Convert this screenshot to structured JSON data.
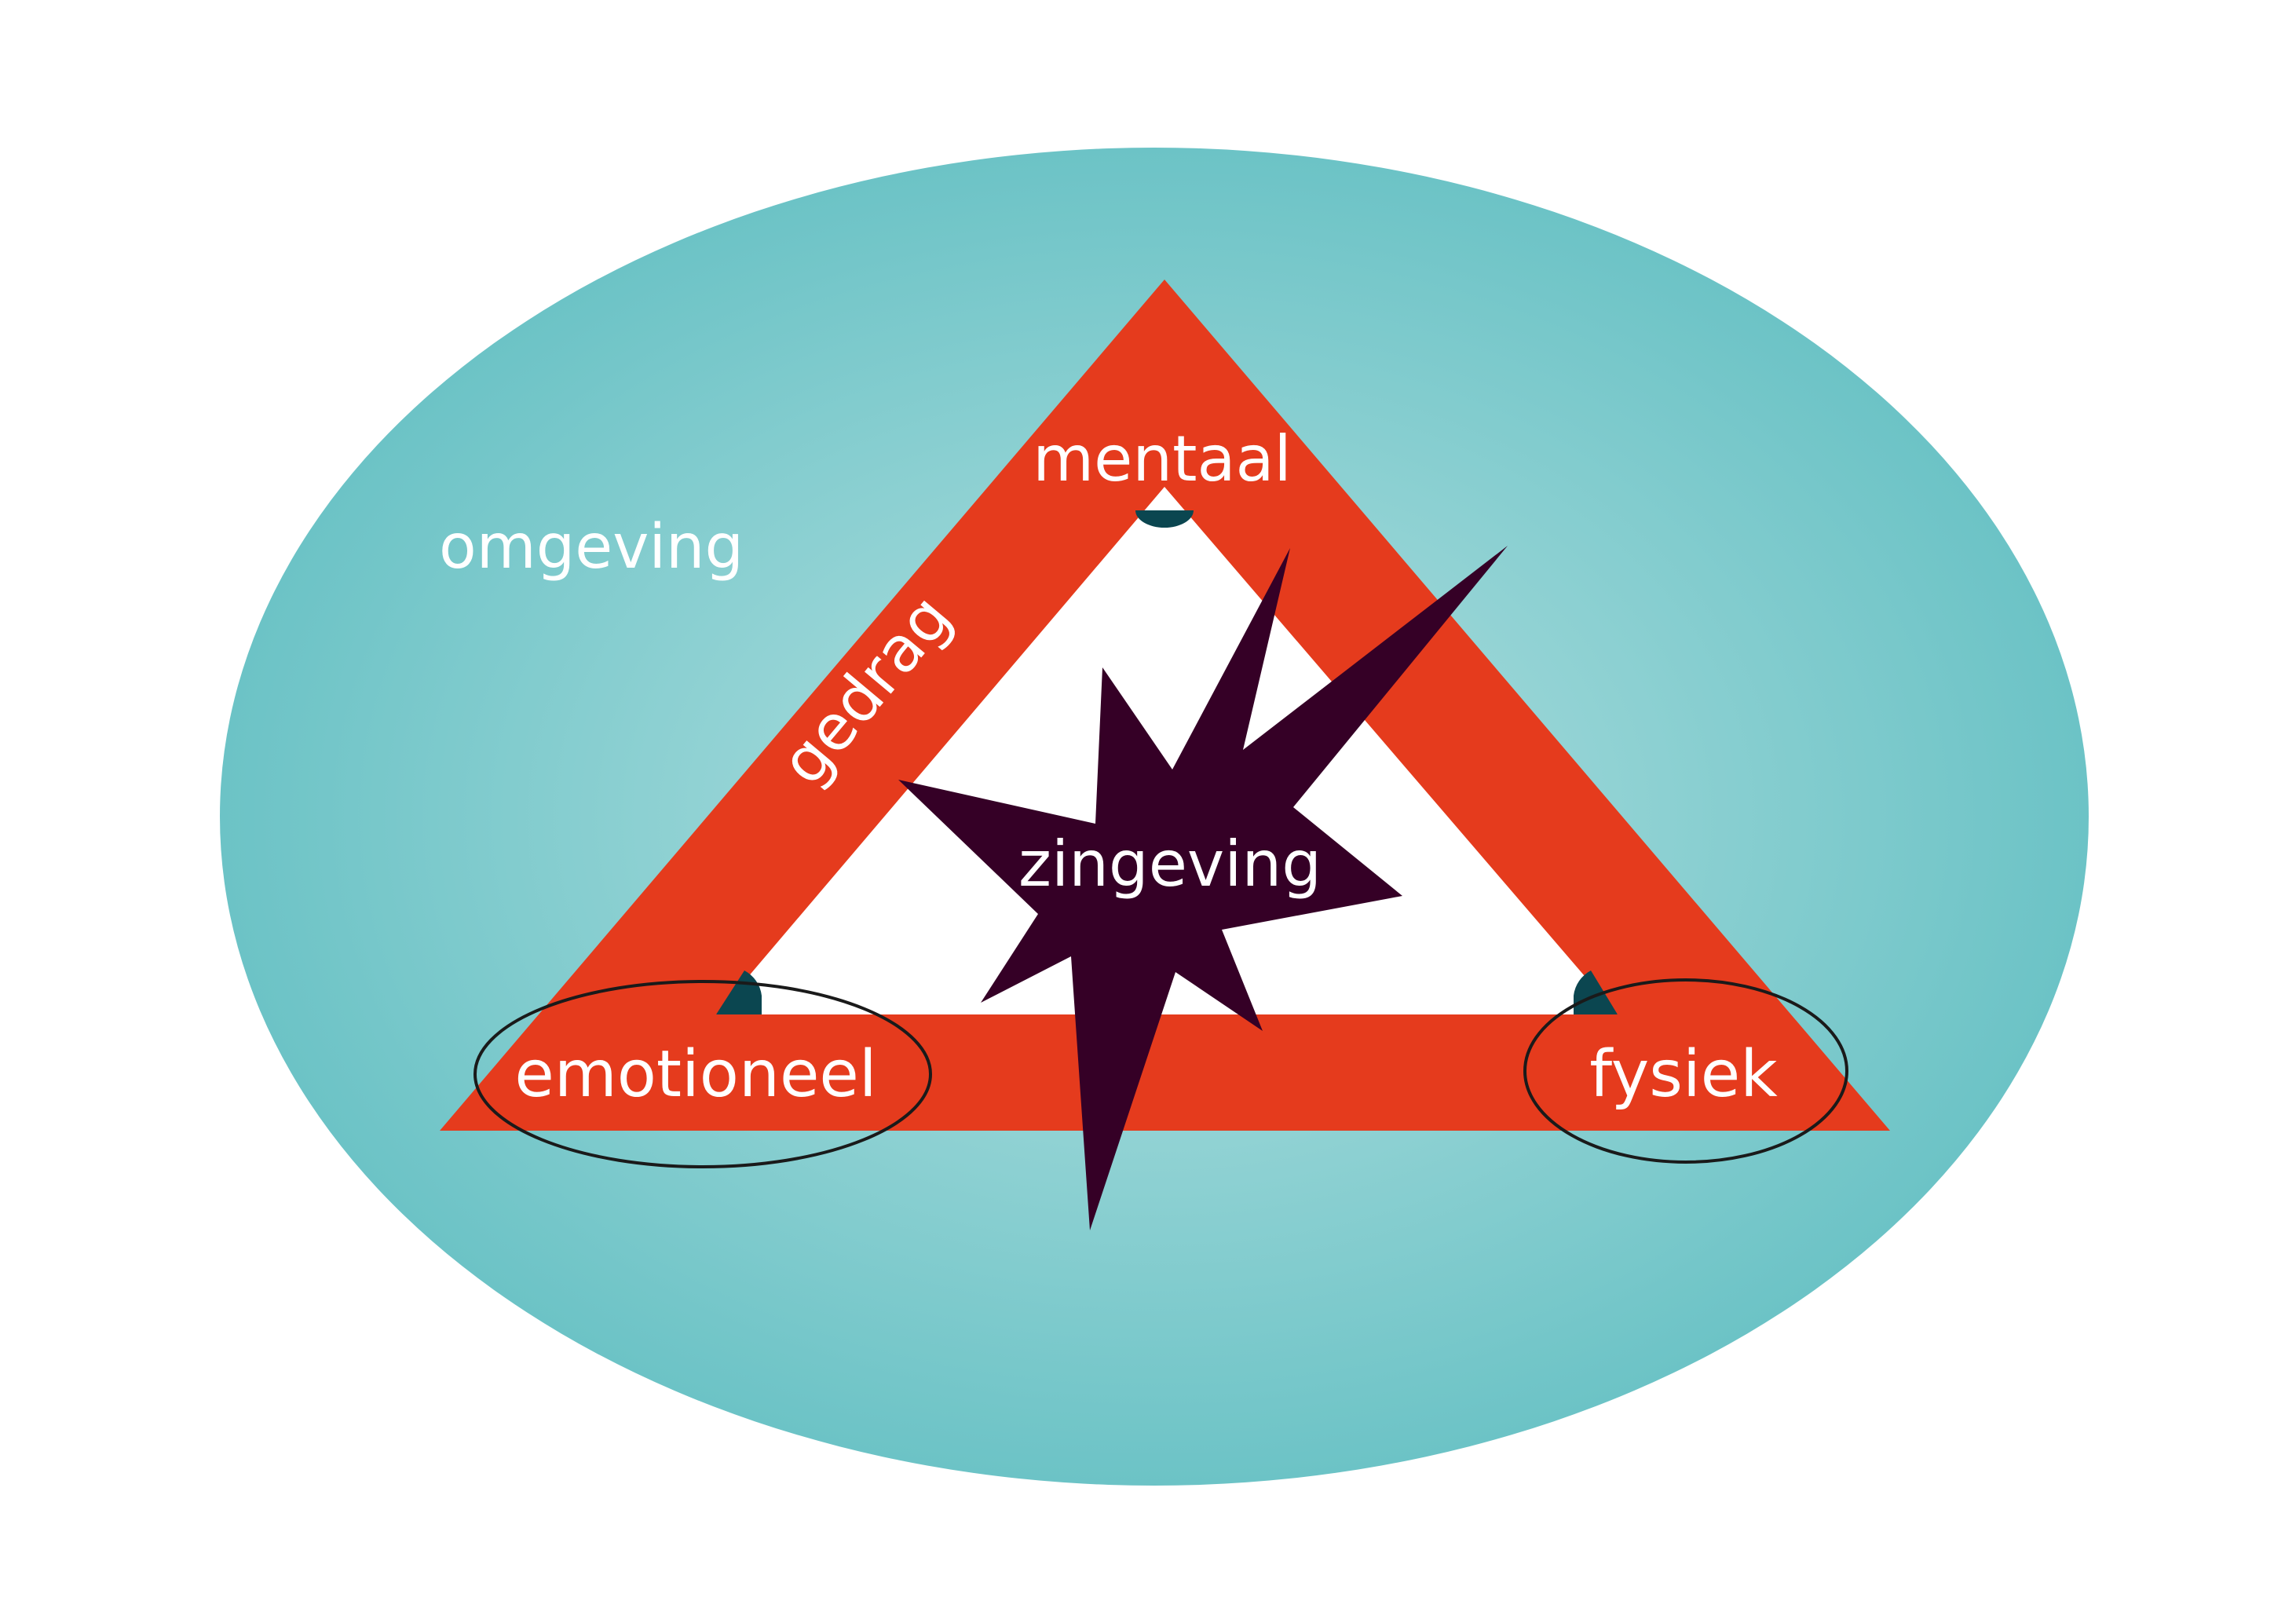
{
  "labels": {
    "environment": "omgeving",
    "top_corner": "mentaal",
    "left_side": "gedrag",
    "left_corner": "emotioneel",
    "right_corner": "fysiek",
    "center": "zingeving"
  },
  "colors": {
    "ellipse_edge": "#6cc3c6",
    "ellipse_center": "#b3e0e0",
    "triangle": "#e53b1d",
    "triangle_inner": "#ffffff",
    "star": "#350026",
    "corner_marker": "#0b4650",
    "text": "#ffffff",
    "outline": "#1a1a1a"
  }
}
